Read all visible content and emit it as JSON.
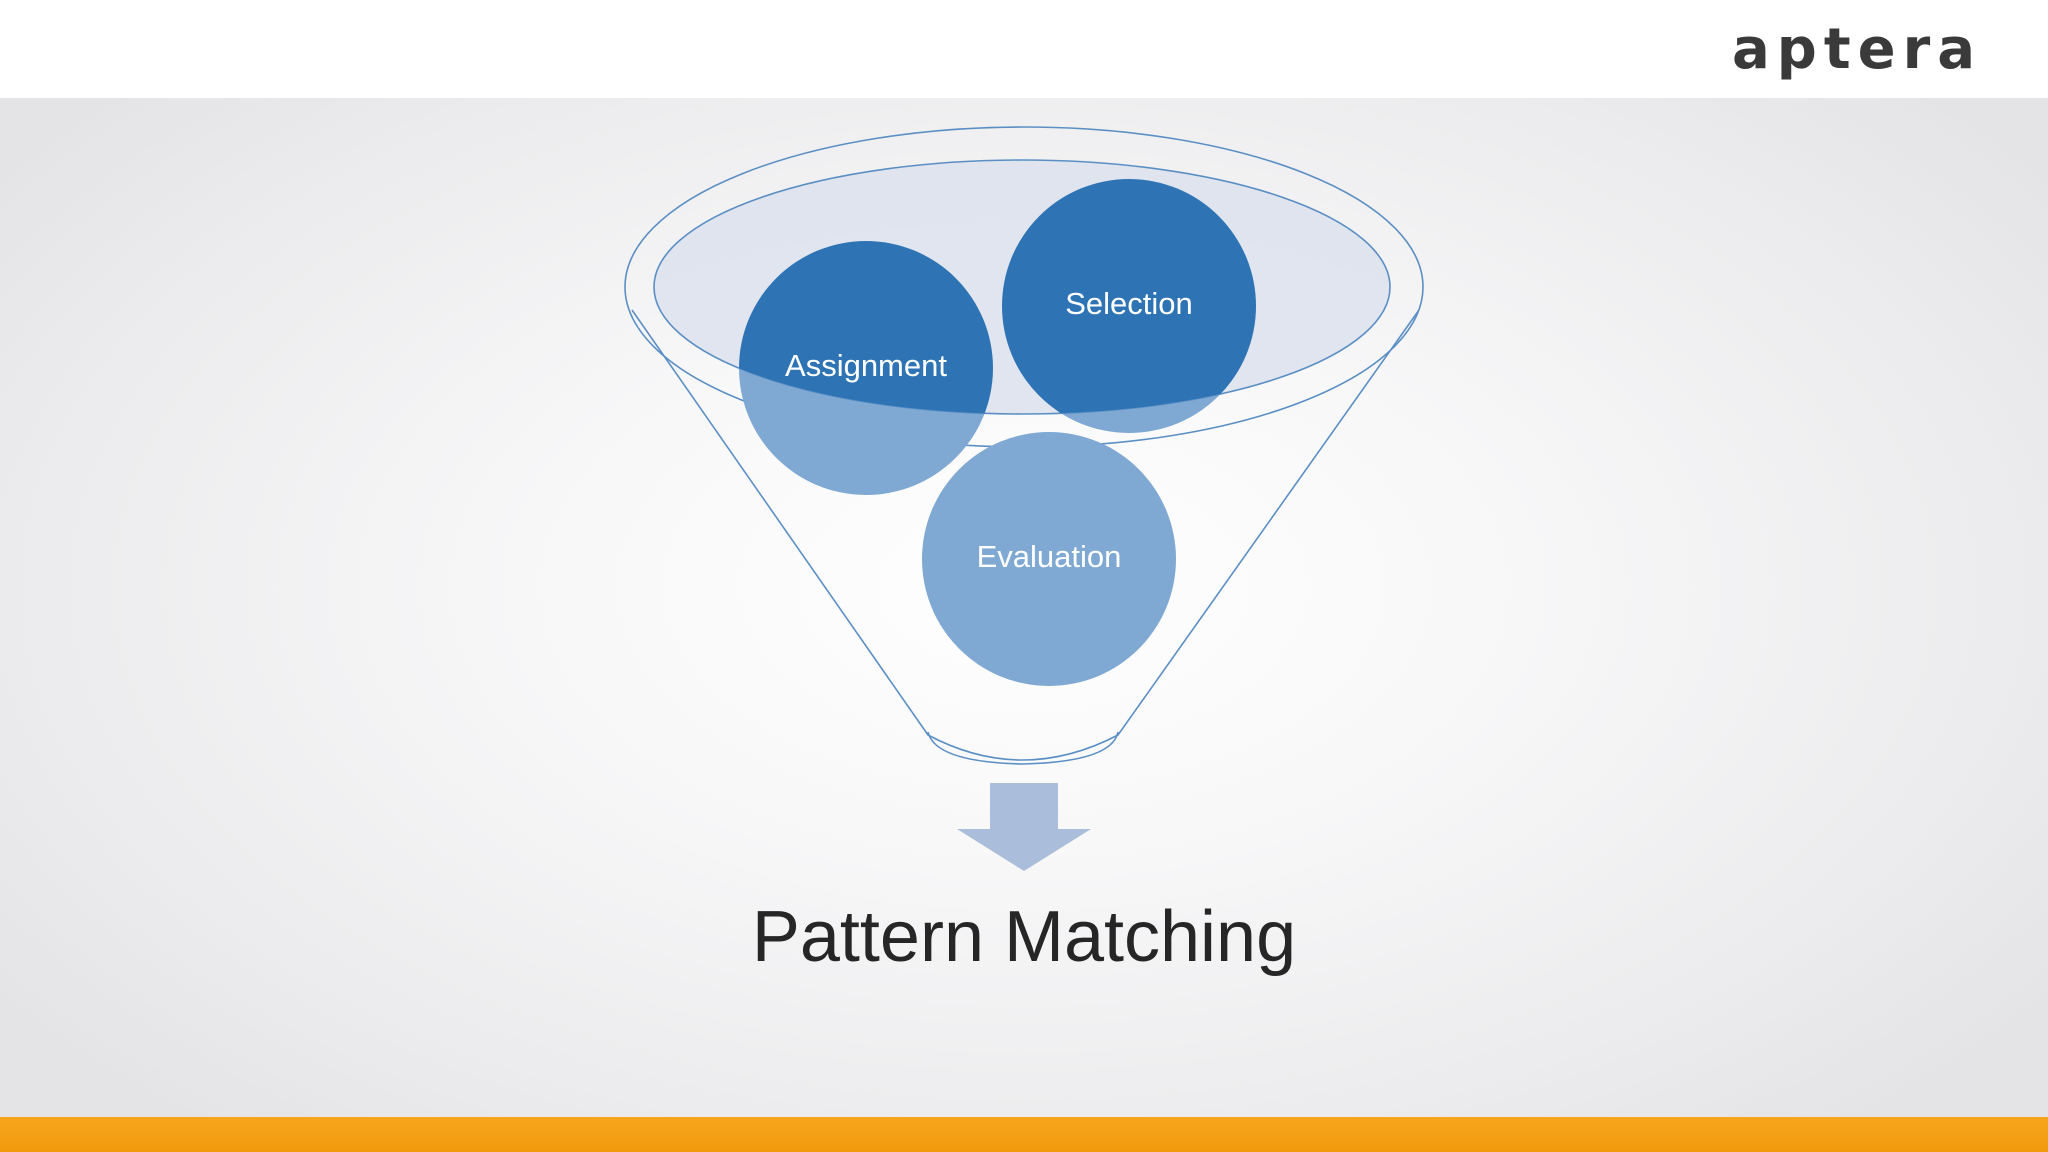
{
  "logo": {
    "text": "aptera"
  },
  "diagram": {
    "type": "funnel",
    "items": [
      {
        "label": "Assignment"
      },
      {
        "label": "Selection"
      },
      {
        "label": "Evaluation"
      }
    ],
    "output": "Pattern Matching"
  },
  "colors": {
    "circle_dark": "#2e74b5",
    "circle_light": "#7fa9d3",
    "funnel_outline": "#5b8fc4",
    "funnel_rim_fill": "#dde3ee",
    "arrow": "#aabdda",
    "accent_bar": "#f7a51c",
    "text": "#262626",
    "logo": "#3a3a3a"
  }
}
